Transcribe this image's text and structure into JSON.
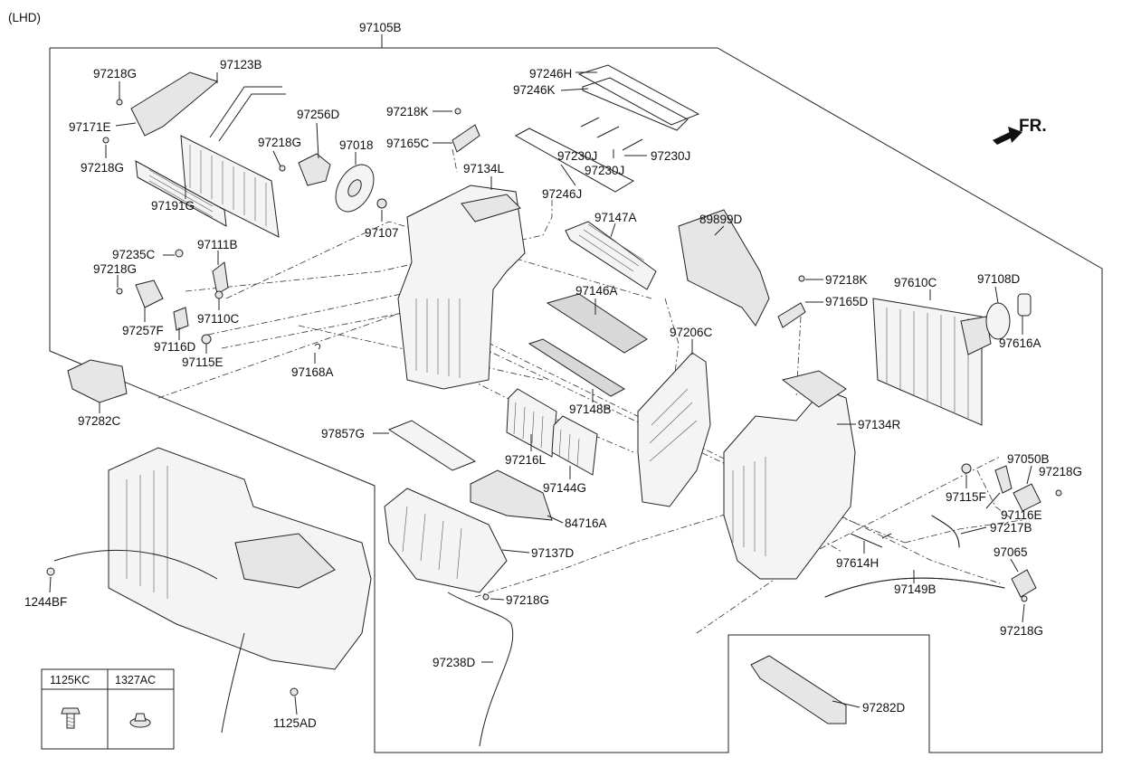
{
  "header": {
    "variant": "(LHD)",
    "assembly": "97105B",
    "direction": "FR."
  },
  "parts": {
    "p97218G_a": "97218G",
    "p97123B": "97123B",
    "p97171E": "97171E",
    "p97218G_b": "97218G",
    "p97256D": "97256D",
    "p97218G_c": "97218G",
    "p97018": "97018",
    "p97218K_a": "97218K",
    "p97165C": "97165C",
    "p97134L": "97134L",
    "p97191G": "97191G",
    "p97107": "97107",
    "p97246H": "97246H",
    "p97246K": "97246K",
    "p97230J_a": "97230J",
    "p97230J_b": "97230J",
    "p97230J_c": "97230J",
    "p97246J": "97246J",
    "p97147A": "97147A",
    "p89899D": "89899D",
    "p97235C": "97235C",
    "p97111B": "97111B",
    "p97218G_d": "97218G",
    "p97257F": "97257F",
    "p97110C": "97110C",
    "p97116D": "97116D",
    "p97115E": "97115E",
    "p97168A": "97168A",
    "p97146A": "97146A",
    "p97218K_b": "97218K",
    "p97165D": "97165D",
    "p97610C": "97610C",
    "p97108D": "97108D",
    "p97616A": "97616A",
    "p97206C": "97206C",
    "p97282C": "97282C",
    "p97148B": "97148B",
    "p97134R": "97134R",
    "p97857G": "97857G",
    "p97216L": "97216L",
    "p97144G": "97144G",
    "p97050B": "97050B",
    "p97218G_e": "97218G",
    "p97115F": "97115F",
    "p97116E": "97116E",
    "p97217B": "97217B",
    "p84716A": "84716A",
    "p97137D": "97137D",
    "p97065": "97065",
    "p97614H": "97614H",
    "p97149B": "97149B",
    "p97218G_f": "97218G",
    "p97218G_g": "97218G",
    "p1244BF": "1244BF",
    "p97238D": "97238D",
    "p1125AD": "1125AD",
    "p97282D": "97282D"
  },
  "fastener_table": {
    "col1": "1125KC",
    "col2": "1327AC"
  },
  "icons": [
    "forward-arrow-icon",
    "bolt-icon",
    "clip-nut-icon"
  ]
}
